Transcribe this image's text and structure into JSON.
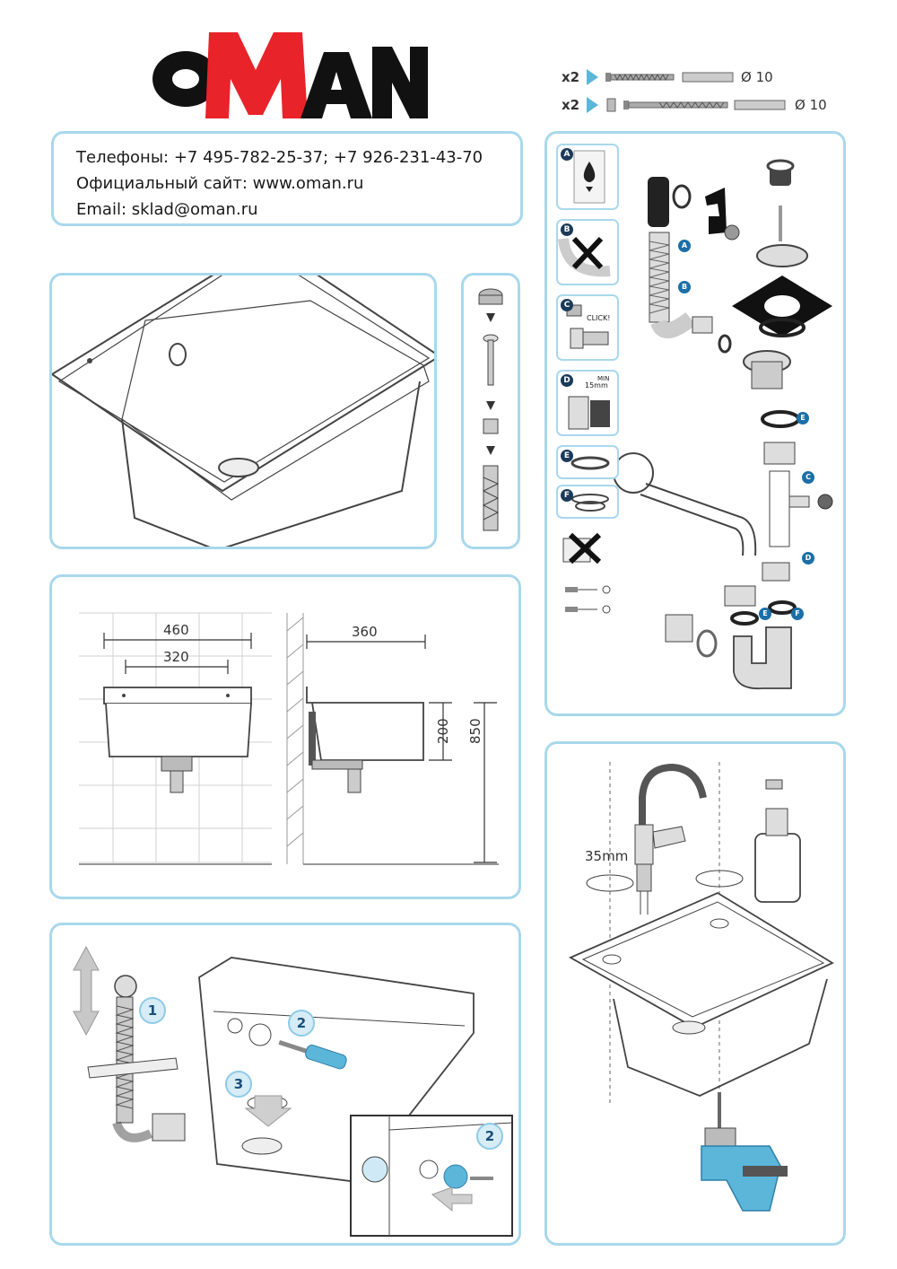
{
  "brand": {
    "letters": [
      "O",
      "M",
      "A",
      "N"
    ],
    "colors": {
      "black": "#111111",
      "red": "#e8232a",
      "accent": "#a9d8ec",
      "blue": "#5bb6da"
    }
  },
  "contacts": {
    "phones": "Телефоны: +7 495-782-25-37; +7 926-231-43-70",
    "site": "Официальный сайт: www.oman.ru",
    "email": "Email: sklad@oman.ru"
  },
  "kit": [
    {
      "qty": "x2",
      "diameter": "Ø 10"
    },
    {
      "qty": "x2",
      "diameter": "Ø 10"
    }
  ],
  "steps": {
    "letters": [
      "A",
      "B",
      "C",
      "D",
      "E",
      "F"
    ],
    "click_label": "CLICK!",
    "min_label": "MIN",
    "min_value": "15mm"
  },
  "dimensions": {
    "width": "460",
    "holes": "320",
    "depth": "360",
    "bowl_depth": "200",
    "height": "850"
  },
  "tap": {
    "offset": "35mm"
  },
  "install_steps": [
    "1",
    "2",
    "3",
    "2"
  ],
  "tags": {
    "a": "A",
    "b": "B",
    "c": "C",
    "d": "D",
    "e": "E",
    "f": "F"
  }
}
